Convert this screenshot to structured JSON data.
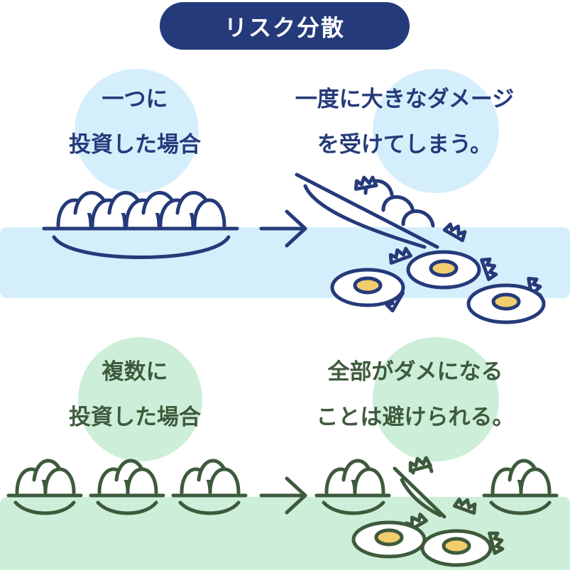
{
  "header": {
    "title": "リスク分散"
  },
  "single": {
    "caption_left": [
      "一つに",
      "投資した場合"
    ],
    "caption_right": [
      "一度に大きなダメージ",
      "を受けてしまう。"
    ]
  },
  "diversified": {
    "caption_left": [
      "複数に",
      "投資した場合"
    ],
    "caption_right": [
      "全部がダメになる",
      "ことは避けられる。"
    ]
  },
  "colors": {
    "navy": "#253a7a",
    "dark_green": "#3e5a3c",
    "light_blue": "#d5eefb",
    "light_green": "#cdeed8",
    "yolk": "#f1cd6e"
  },
  "icons": [
    "egg-basket-icon",
    "arrow-right-icon",
    "broken-egg-icon",
    "fried-egg-icon",
    "eggshell-icon"
  ]
}
